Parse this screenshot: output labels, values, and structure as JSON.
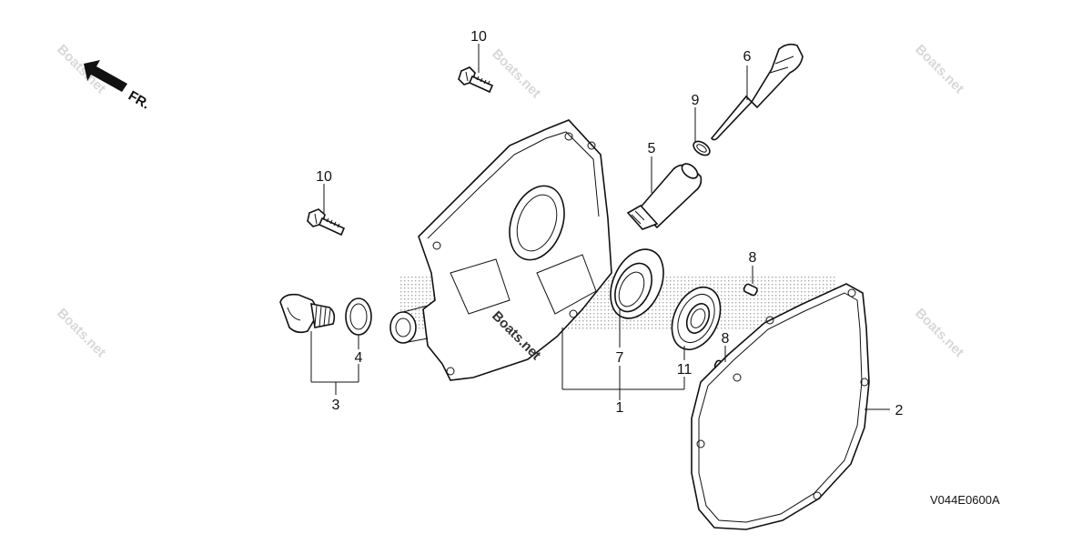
{
  "diagram": {
    "direction_label": "FR.",
    "code": "V044E0600A",
    "watermark": "Boats.net",
    "callouts": {
      "c1": "1",
      "c2": "2",
      "c3": "3",
      "c4": "4",
      "c5": "5",
      "c6": "6",
      "c7": "7",
      "c8a": "8",
      "c8b": "8",
      "c9": "9",
      "c10a": "10",
      "c10b": "10",
      "c11": "11"
    }
  }
}
